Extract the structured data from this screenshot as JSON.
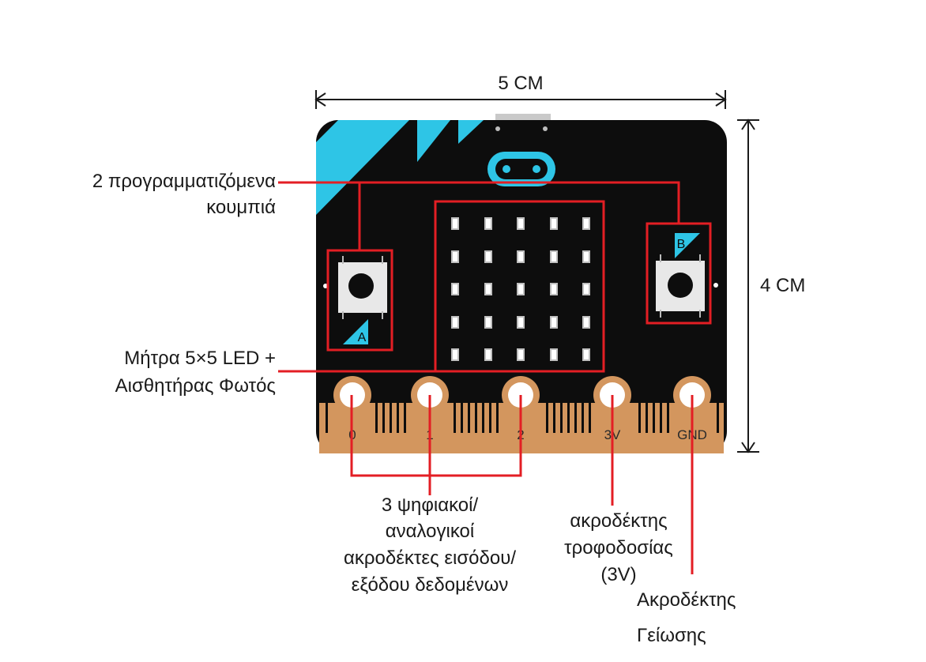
{
  "dimensions": {
    "width": "5 CM",
    "height": "4 CM"
  },
  "buttons": {
    "a_letter": "A",
    "b_letter": "B"
  },
  "pins": [
    "0",
    "1",
    "2",
    "3V",
    "GND"
  ],
  "annotations": {
    "buttons": [
      "2 προγραμματιζόμενα",
      "κουμπιά"
    ],
    "led_matrix": [
      "Μήτρα 5×5 LED +",
      "Αισθητήρας Φωτός"
    ],
    "io_pins": [
      "3 ψηφιακοί/",
      "αναλογικοί",
      "ακροδέκτες εισόδου/",
      "εξόδου δεδομένων"
    ],
    "power_pin": [
      "ακροδέκτης",
      "τροφοδοσίας",
      "(3V)"
    ],
    "ground_pin": [
      "Ακροδέκτης",
      "Γείωσης"
    ]
  },
  "colors": {
    "board": "#0d0d0d",
    "accent": "#2ec5e6",
    "gold": "#d3965e",
    "annotation": "#e31e24"
  }
}
